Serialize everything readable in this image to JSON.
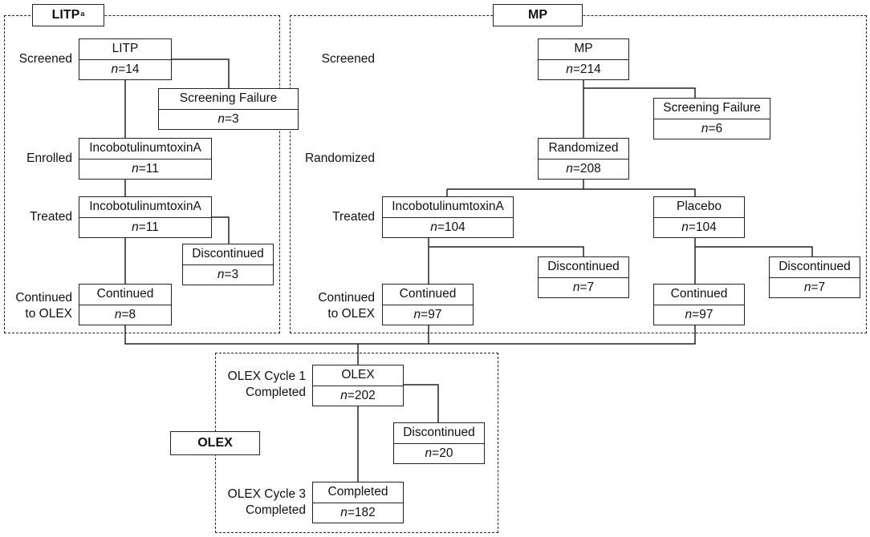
{
  "regions": {
    "litp_tag": "LITP",
    "litp_tag_sup": "a",
    "mp_tag": "MP",
    "olex_tag": "OLEX"
  },
  "stage_labels": {
    "litp_screened": "Screened",
    "litp_enrolled": "Enrolled",
    "litp_treated": "Treated",
    "litp_continued_1": "Continued",
    "litp_continued_2": "to OLEX",
    "mp_screened": "Screened",
    "mp_randomized": "Randomized",
    "mp_treated": "Treated",
    "mp_continued_1": "Continued",
    "mp_continued_2": "to OLEX",
    "olex_cycle1_1": "OLEX Cycle 1",
    "olex_cycle1_2": "Completed",
    "olex_cycle3_1": "OLEX Cycle 3",
    "olex_cycle3_2": "Completed"
  },
  "n_prefix": "n",
  "boxes": {
    "litp_screened": {
      "label": "LITP",
      "count": "=14"
    },
    "litp_screen_fail": {
      "label": "Screening Failure",
      "count": "=3"
    },
    "litp_enrolled": {
      "label": "IncobotulinumtoxinA",
      "count": "=11"
    },
    "litp_treated": {
      "label": "IncobotulinumtoxinA",
      "count": "=11"
    },
    "litp_discontinued": {
      "label": "Discontinued",
      "count": "=3"
    },
    "litp_continued": {
      "label": "Continued",
      "count": "=8"
    },
    "mp_screened": {
      "label": "MP",
      "count": "=214"
    },
    "mp_screen_fail": {
      "label": "Screening Failure",
      "count": "=6"
    },
    "mp_randomized": {
      "label": "Randomized",
      "count": "=208"
    },
    "mp_inco": {
      "label": "IncobotulinumtoxinA",
      "count": "=104"
    },
    "mp_placebo": {
      "label": "Placebo",
      "count": "=104"
    },
    "mp_inco_disc": {
      "label": "Discontinued",
      "count": "=7"
    },
    "mp_placebo_disc": {
      "label": "Discontinued",
      "count": "=7"
    },
    "mp_inco_cont": {
      "label": "Continued",
      "count": "=97"
    },
    "mp_placebo_cont": {
      "label": "Continued",
      "count": "=97"
    },
    "olex_cycle1": {
      "label": "OLEX",
      "count": "=202"
    },
    "olex_discontinued": {
      "label": "Discontinued",
      "count": "=20"
    },
    "olex_completed": {
      "label": "Completed",
      "count": "=182"
    }
  }
}
